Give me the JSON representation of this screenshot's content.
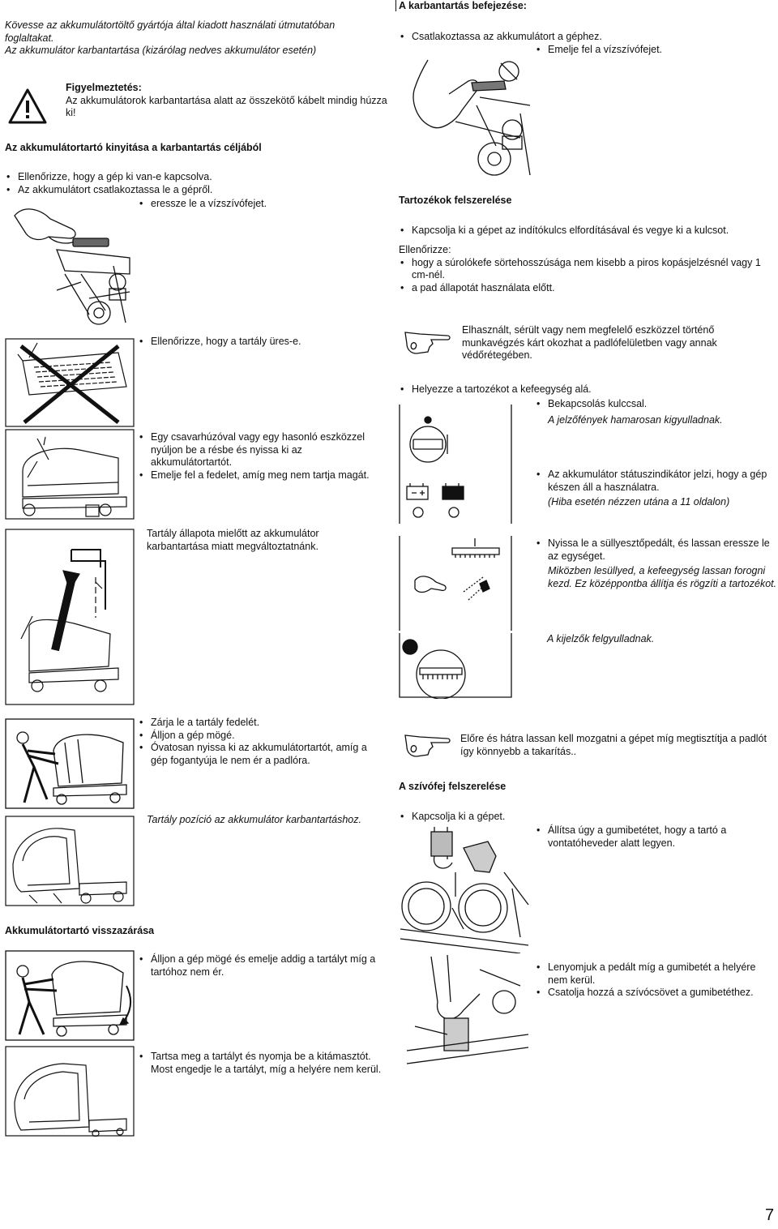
{
  "left": {
    "intro": {
      "line1": "Kövesse az akkumulátortöltő gyártója által kiadott használati útmutatóban foglaltakat.",
      "line2": "Az akkumulátor karbantartása (kizárólag nedves akkumulátor esetén)"
    },
    "warning": {
      "title": "Figyelmeztetés:",
      "text": "Az akkumulátorok karbantartása alatt az összekötő kábelt mindig húzza ki!"
    },
    "open_heading": "Az akkumulátortartó kinyitása a karbantartás céljából",
    "open_steps": [
      "Ellenőrizze, hogy a gép ki van-e kapcsolva.",
      "Az akkumulátort csatlakoztassa le a gépről.",
      "eressze le a vízszívófejet."
    ],
    "tank_check": "Ellenőrizze, hogy a tartály üres-e.",
    "lever_steps": [
      "Egy csavarhúzóval vagy egy hasonló eszközzel nyúljon be a résbe és nyissa ki az akkumulátortartót.",
      "Emelje fel a fedelet, amíg meg nem tartja magát."
    ],
    "tank_state": "Tartály állapota mielőtt az akkumulátor karbantartása miatt megváltoztatnánk.",
    "close_lid_steps": [
      "Zárja le a tartály fedelét.",
      "Álljon a gép mögé.",
      "Óvatosan nyissa ki az akkumulátortartót, amíg a gép fogantyúja le nem ér a padlóra."
    ],
    "tank_position": "Tartály pozíció az akkumulátor karbantartáshoz.",
    "close_heading": "Akkumulátortartó visszazárása",
    "close_step1": "Álljon a gép mögé és emelje addig a tartályt míg a tartóhoz nem ér.",
    "close_step2": "Tartsa meg a tartályt és nyomja be a kitámasztót.",
    "close_step3": "Most engedje le a tartályt, míg a helyére nem kerül."
  },
  "right": {
    "finish_heading": "A karbantartás befejezése:",
    "finish_steps": [
      "Csatlakoztassa az akkumulátort a géphez.",
      "Emelje fel a vízszívófejet."
    ],
    "acc_heading": "Tartozékok felszerelése",
    "acc_step1": "Kapcsolja ki a gépet az indítókulcs elfordításával és vegye ki a kulcsot.",
    "check_label": "Ellenőrizze:",
    "check_items": [
      "hogy a súrolókefe sörtehosszúsága nem kisebb a piros kopásjelzésnél vagy 1 cm-nél.",
      "a pad állapotát használata előtt."
    ],
    "note1": "Elhasznált, sérült vagy nem megfelelő eszközzel történő munkavégzés kárt okozhat a padlófelületben vagy annak védőrétegében.",
    "place_step": "Helyezze a tartozékot a kefeegység alá.",
    "key_step": "Bekapcsolás kulccsal.",
    "lights_flash": "A jelzőfények hamarosan kigyulladnak.",
    "status_step": "Az akkumulátor státuszindikátor jelzi, hogy a gép készen áll a használatra.",
    "error_note": "(Hiba esetén nézzen utána a 11 oldalon)",
    "pedal_step": "Nyissa le a süllyesztőpedált, és lassan eressze le az egységet.",
    "pedal_note": "Miközben lesüllyed, a kefeegység lassan forogni kezd. Ez középpontba állítja és rögzíti a tartozékot.",
    "indicators_on": "A kijelzők felgyulladnak.",
    "note2": "Előre és hátra lassan kell mozgatni a gépet míg megtisztítja a padlót így könnyebb a takarítás..",
    "squeegee_heading": "A szívófej felszerelése",
    "squeegee_step1": "Kapcsolja ki a gépet.",
    "squeegee_step2": "Állítsa úgy a gumibetétet, hogy a tartó a vontatóheveder alatt legyen.",
    "squeegee_step3": "Lenyomjuk a pedált míg a gumibetét a helyére nem kerül.",
    "squeegee_step4": "Csatolja hozzá a szívócsövet a gumibetéthez."
  },
  "page_number": "7"
}
